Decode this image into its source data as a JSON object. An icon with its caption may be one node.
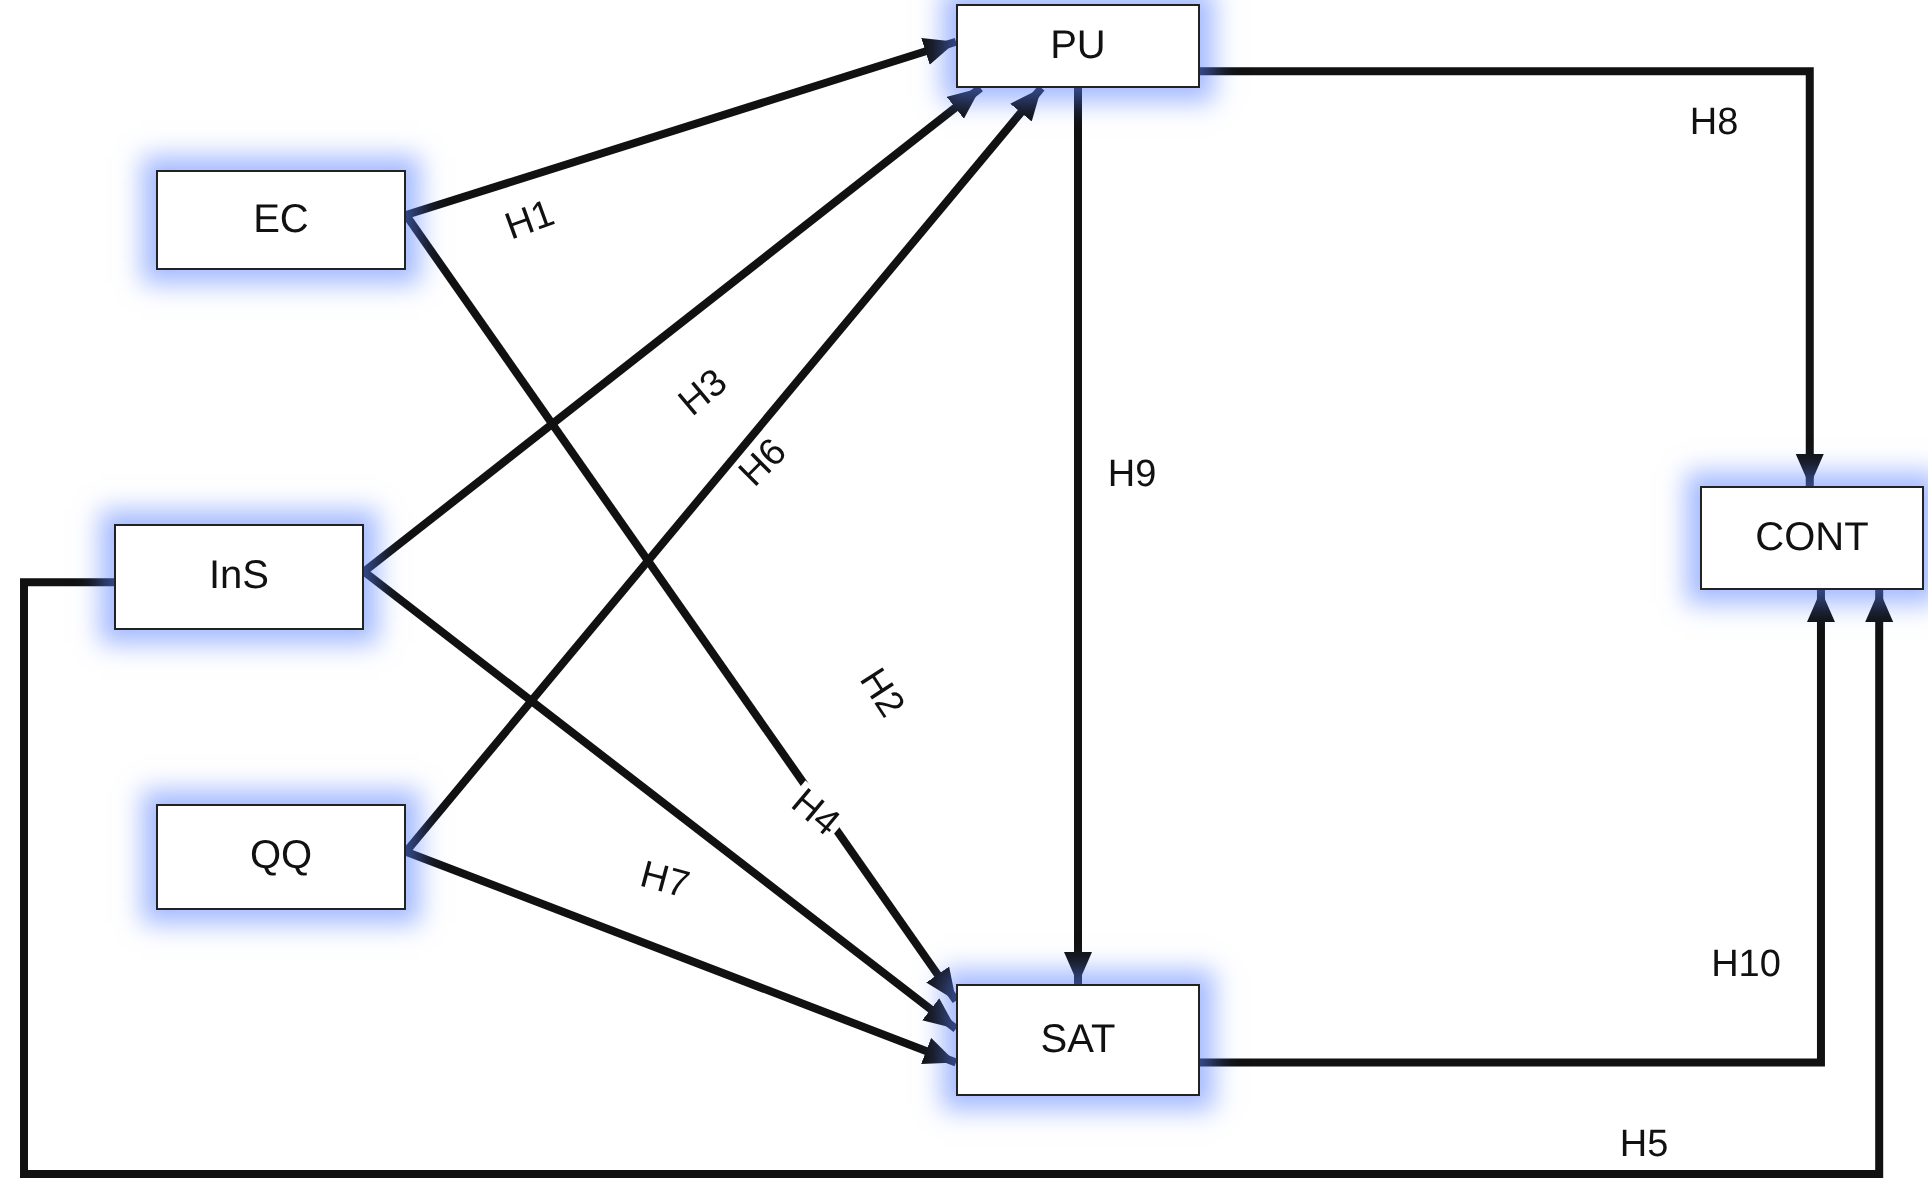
{
  "diagram": {
    "nodes": [
      {
        "text": [
          "EC"
        ]
      },
      {
        "text": [
          "PU"
        ]
      },
      {
        "text": [
          "InS"
        ]
      },
      {
        "text": [
          "CONT"
        ]
      },
      {
        "text": [
          "QQ"
        ]
      },
      {
        "text": [
          "SAT"
        ]
      }
    ],
    "edges": [
      {
        "from": 0,
        "to": 1,
        "arrow": "to",
        "label": "H1"
      },
      {
        "from": 0,
        "to": 5,
        "arrow": "to",
        "label": "H2"
      },
      {
        "from": 2,
        "to": 1,
        "arrow": "to",
        "label": "H3"
      },
      {
        "from": 2,
        "to": 5,
        "arrow": "to",
        "label": "H4"
      },
      {
        "from": 2,
        "to": 3,
        "arrow": "to",
        "label": "H5"
      },
      {
        "from": 4,
        "to": 1,
        "arrow": "to",
        "label": "H6"
      },
      {
        "from": 4,
        "to": 5,
        "arrow": "to",
        "label": "H7"
      },
      {
        "from": 1,
        "to": 3,
        "arrow": "to",
        "label": "H8"
      },
      {
        "from": 1,
        "to": 5,
        "arrow": "to",
        "label": "H9"
      },
      {
        "from": 5,
        "to": 3,
        "arrow": "to",
        "label": "H10"
      }
    ]
  }
}
